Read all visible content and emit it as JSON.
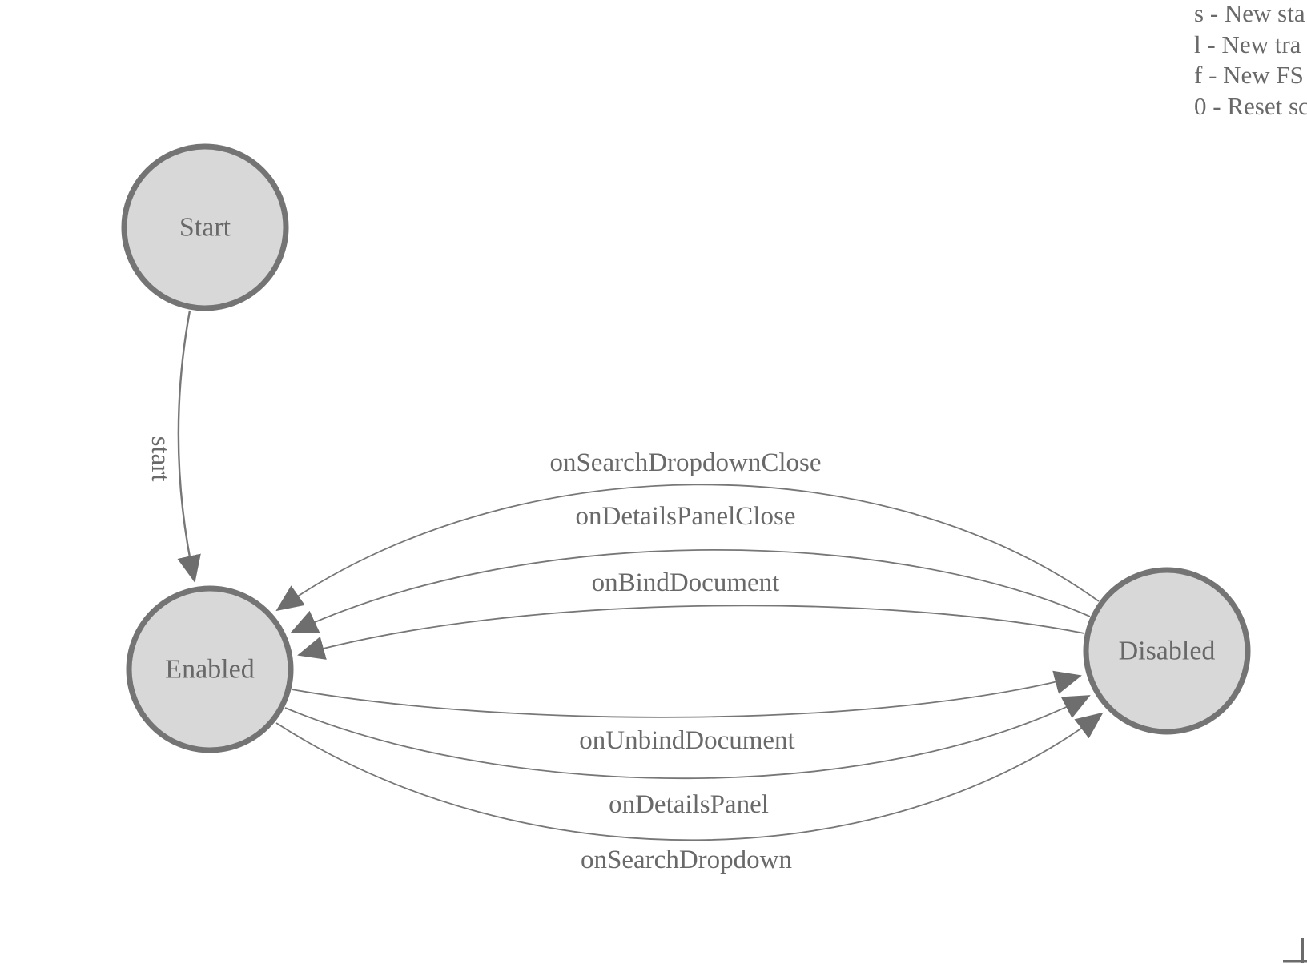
{
  "legend": {
    "lines": [
      "s - New sta",
      "l - New tra",
      "f - New FS",
      "0 - Reset sc"
    ]
  },
  "states": [
    {
      "label": "Start"
    },
    {
      "label": "Enabled"
    },
    {
      "label": "Disabled"
    }
  ],
  "transitions": [
    {
      "label": "start",
      "from": "Start",
      "to": "Enabled"
    },
    {
      "label": "onSearchDropdownClose",
      "from": "Disabled",
      "to": "Enabled"
    },
    {
      "label": "onDetailsPanelClose",
      "from": "Disabled",
      "to": "Enabled"
    },
    {
      "label": "onBindDocument",
      "from": "Disabled",
      "to": "Enabled"
    },
    {
      "label": "onUnbindDocument",
      "from": "Enabled",
      "to": "Disabled"
    },
    {
      "label": "onDetailsPanel",
      "from": "Enabled",
      "to": "Disabled"
    },
    {
      "label": "onSearchDropdown",
      "from": "Enabled",
      "to": "Disabled"
    }
  ],
  "colors": {
    "state_fill": "#d8d8d8",
    "state_stroke": "#747474",
    "edge_stroke": "#777777",
    "arrow_fill": "#6e6e6e",
    "text": "#696969"
  }
}
